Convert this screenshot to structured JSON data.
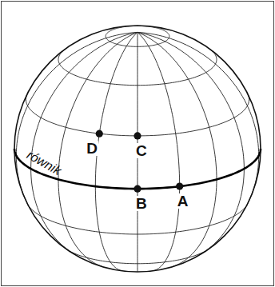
{
  "diagram": {
    "labels": [
      "równik",
      "D",
      "C",
      "B",
      "A"
    ]
  }
}
